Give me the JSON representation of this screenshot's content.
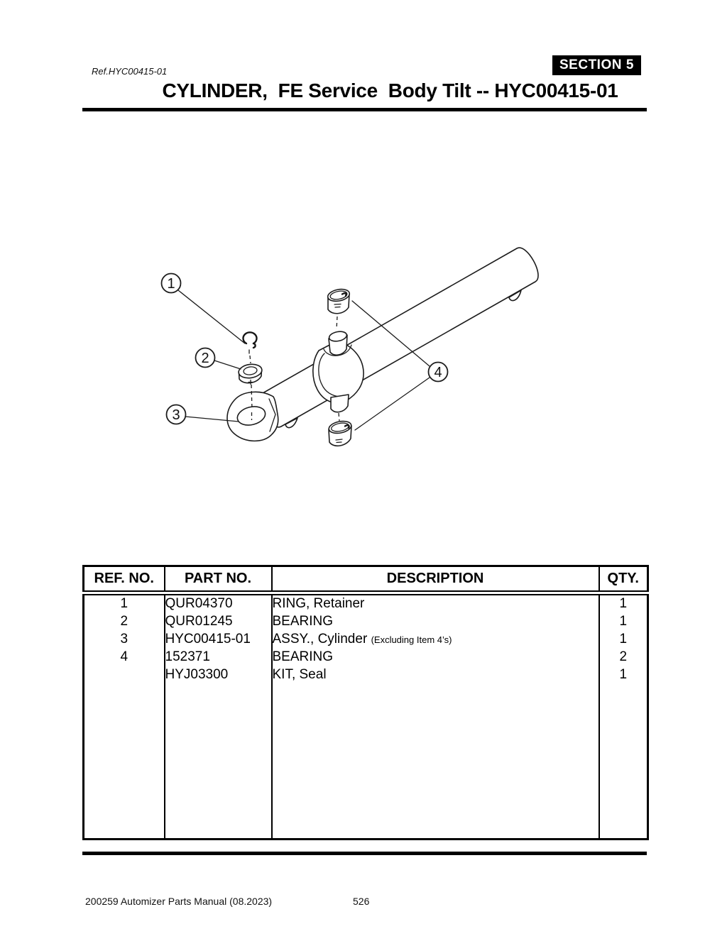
{
  "page": {
    "background": "#ffffff",
    "ink": "#000000",
    "badge_bg": "#000000",
    "badge_fg": "#ffffff"
  },
  "header": {
    "ref_label": "Ref.HYC00415-01",
    "section_label": "SECTION",
    "section_number": "5",
    "title": "CYLINDER,  FE Service  Body Tilt -- HYC00415-01"
  },
  "diagram": {
    "description": "Exploded isometric line drawing of FE service body tilt hydraulic cylinder",
    "callouts": [
      {
        "number": "1",
        "points_to": "retaining ring"
      },
      {
        "number": "2",
        "points_to": "bearing"
      },
      {
        "number": "3",
        "points_to": "cylinder assembly rod-end eye"
      },
      {
        "number": "4",
        "points_to": "trunnion bearings"
      }
    ]
  },
  "table": {
    "headers": [
      "REF. NO.",
      "PART NO.",
      "DESCRIPTION",
      "QTY."
    ],
    "rows": [
      {
        "ref": "1",
        "part": "QUR04370",
        "desc": "RING, Retainer",
        "desc_note": "",
        "qty": "1"
      },
      {
        "ref": "2",
        "part": "QUR01245",
        "desc": "BEARING",
        "desc_note": "",
        "qty": "1"
      },
      {
        "ref": "3",
        "part": "HYC00415-01",
        "desc": "ASSY., Cylinder",
        "desc_note": "(Excluding Item 4’s)",
        "qty": "1"
      },
      {
        "ref": "4",
        "part": "152371",
        "desc": "BEARING",
        "desc_note": "",
        "qty": "2"
      },
      {
        "ref": "",
        "part": "HYJ03300",
        "desc": "KIT, Seal",
        "desc_note": "",
        "qty": "1"
      }
    ]
  },
  "footer": {
    "manual": "200259 Automizer Parts Manual (08.2023)",
    "page_number": "526"
  }
}
